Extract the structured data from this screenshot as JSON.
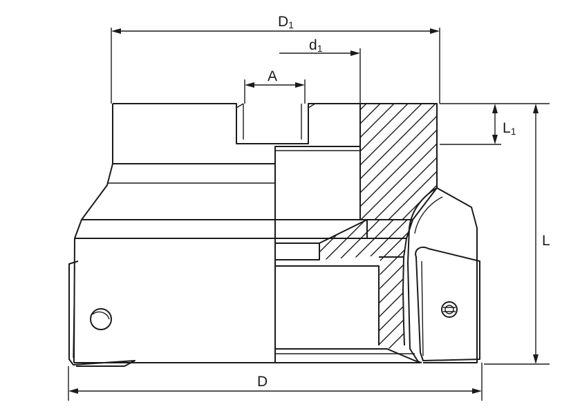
{
  "labels": {
    "D1": {
      "main": "D",
      "sub": "1"
    },
    "d1": {
      "main": "d",
      "sub": "1"
    },
    "A": {
      "main": "A"
    },
    "L1": {
      "main": "L",
      "sub": "1"
    },
    "L": {
      "main": "L"
    },
    "D": {
      "main": "D"
    }
  }
}
